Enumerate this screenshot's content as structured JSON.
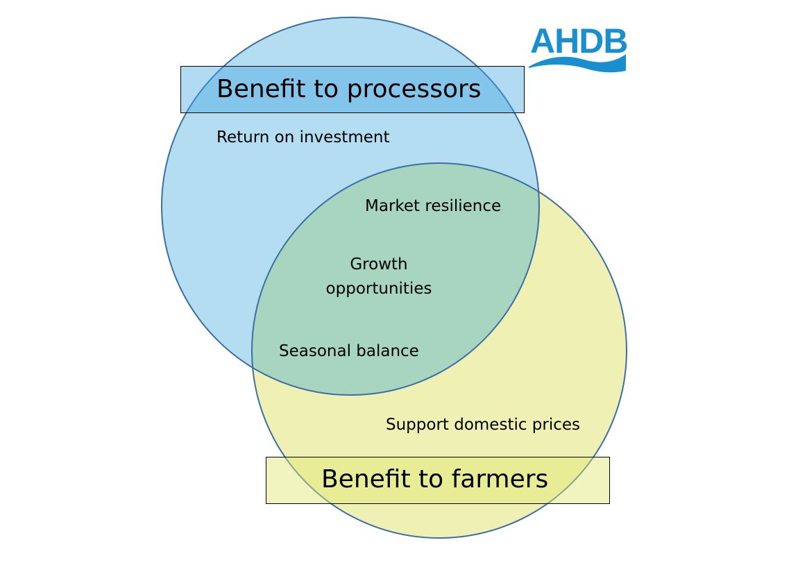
{
  "logo": {
    "text": "AHDB"
  },
  "sets": [
    {
      "title": "Benefit to processors",
      "items": [
        "Return on investment"
      ]
    },
    {
      "title": "Benefit to farmers",
      "items": [
        "Support domestic prices"
      ]
    }
  ],
  "intersection": [
    "Market resilience",
    "Growth opportunities",
    "Seasonal balance"
  ],
  "colors": {
    "processors": "#b4ddf2",
    "farmers": "#eef0b4",
    "overlap": "#a8d5bf",
    "outline": "#3b6ea5",
    "logo": "#1a8fd0"
  }
}
